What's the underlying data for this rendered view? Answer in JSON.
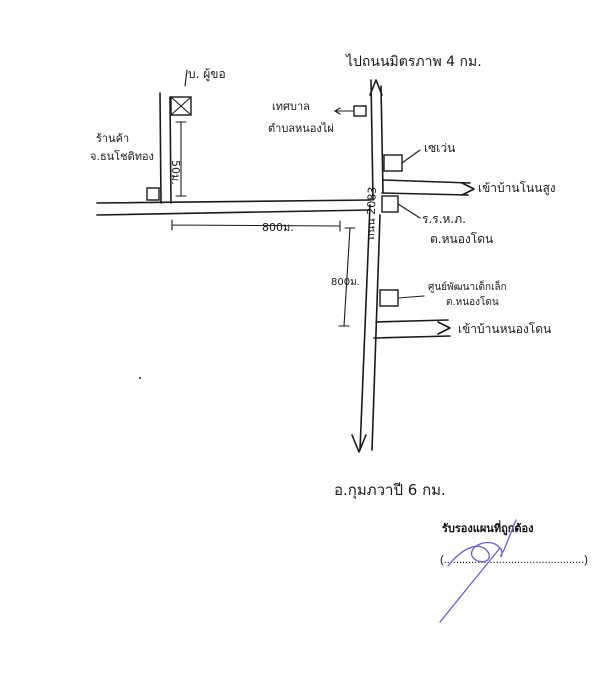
{
  "labels": {
    "top_direction": "ไปถนนมิตรภาพ 4 กม.",
    "house": "บ. ผู้ขอ",
    "left_building": "ร้านค้า\nจ.ธนโชติทอง",
    "dist_vertical_left": "50ม.",
    "dist_horizontal": "800ม.",
    "dist_vertical_mid": "800ม.",
    "left_top_building": "เทศบาล\nตำบลหนองไผ่",
    "right_top_building": "เซเว่น",
    "right_road_top": "เข้าบ้านโนนสูง",
    "school": "ร.ร.ห.ภ.\nต.หนองโดน",
    "road_name": "ถนน 2083",
    "health_center": "ศูนย์พัฒนาเด็กเล็ก\nต.หนองโดน",
    "right_road_bottom": "เข้าบ้านหนองโดน",
    "bottom_direction": "อ.กุมภวาปี 6 กม.",
    "certify": "รับรองแผนที่ถูกต้อง",
    "signature_line": "(..............................................)"
  },
  "colors": {
    "ink": "#1a1a1a",
    "signature": "#6a5fc8"
  }
}
